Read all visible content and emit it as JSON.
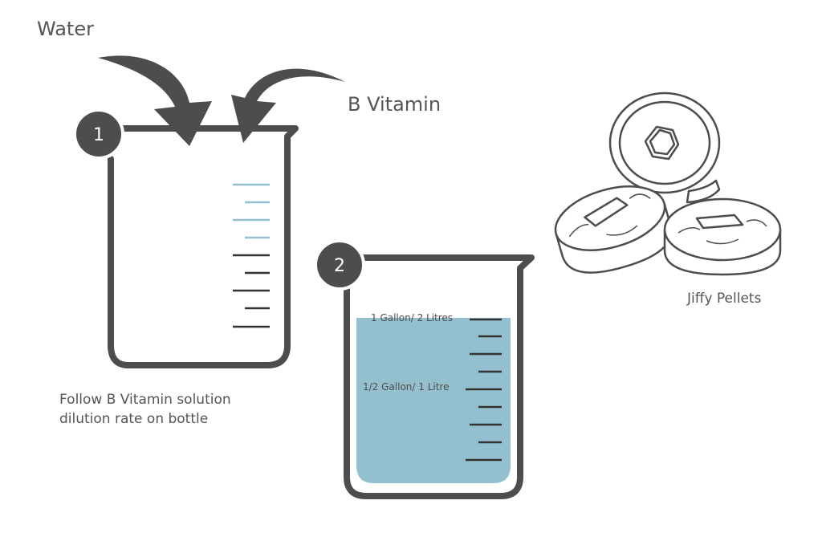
{
  "labels": {
    "water": "Water",
    "b_vitamin": "B Vitamin",
    "jiffy_pellets": "Jiffy Pellets",
    "instruction_line1": "Follow B Vitamin solution",
    "instruction_line2": "dilution rate on bottle"
  },
  "steps": {
    "one": "1",
    "two": "2"
  },
  "beaker2_marks": {
    "one_gallon": "1 Gallon/ 2 Litres",
    "half_gallon": "1/2 Gallon/ 1 Litre"
  },
  "colors": {
    "outline": "#4d4d4d",
    "water": "#93bfcf",
    "tick_blue": "#93bfcf",
    "text": "#555555"
  },
  "icons": {
    "arrow_left": "curved-arrow-icon",
    "arrow_right": "curved-arrow-icon",
    "pellets": "jiffy-pellet-icon"
  }
}
